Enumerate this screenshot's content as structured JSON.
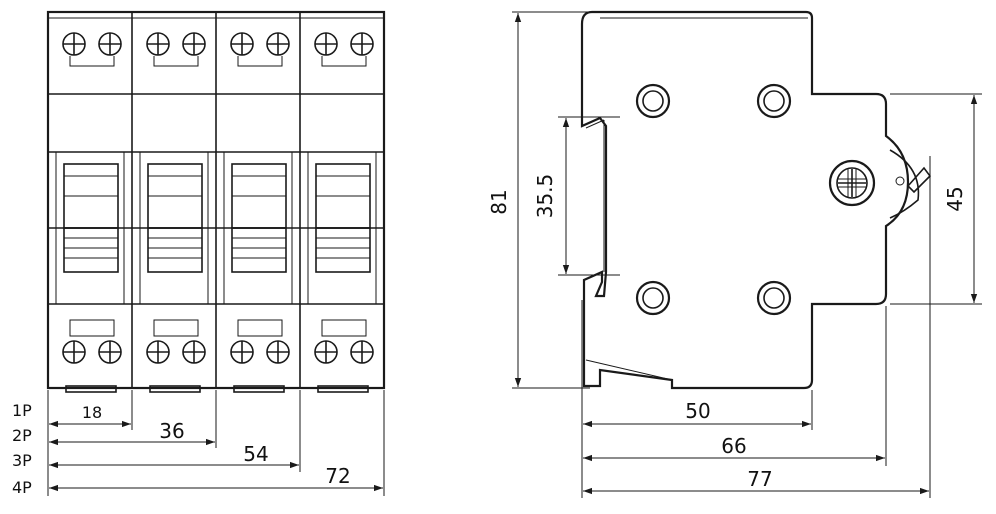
{
  "front_view": {
    "poles": 4,
    "pole_labels": [
      "1P",
      "2P",
      "3P",
      "4P"
    ],
    "width_dims": [
      "18",
      "36",
      "54",
      "72"
    ]
  },
  "side_view": {
    "height_dim": "81",
    "rail_dim": "35.5",
    "front_height_dim": "45",
    "depth_dims": [
      "50",
      "66",
      "77"
    ]
  },
  "colors": {
    "line": "#1a1a1a",
    "background": "#ffffff"
  }
}
